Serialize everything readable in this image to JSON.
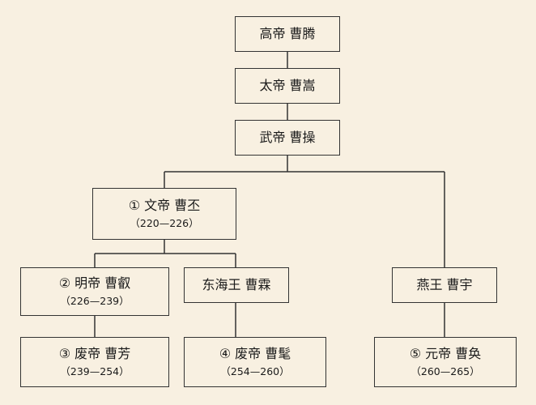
{
  "nodes": {
    "tengfu": {
      "label": "高帝 曹腾",
      "years": ""
    },
    "songfu": {
      "label": "太帝 曹嵩",
      "years": ""
    },
    "caocao": {
      "label": "武帝 曹操",
      "years": ""
    },
    "caopi": {
      "label": "① 文帝 曹丕",
      "years": "（220—226）"
    },
    "caorui": {
      "label": "② 明帝 曹叡",
      "years": "（226—239）"
    },
    "caolin": {
      "label": "东海王 曹霖",
      "years": ""
    },
    "caoyu": {
      "label": "燕王 曹宇",
      "years": ""
    },
    "caofang": {
      "label": "③ 废帝 曹芳",
      "years": "（239—254）"
    },
    "caomao": {
      "label": "④ 废帝 曹髦",
      "years": "（254—260）"
    },
    "caohuan": {
      "label": "⑤ 元帝 曹奂",
      "years": "（260—265）"
    }
  }
}
